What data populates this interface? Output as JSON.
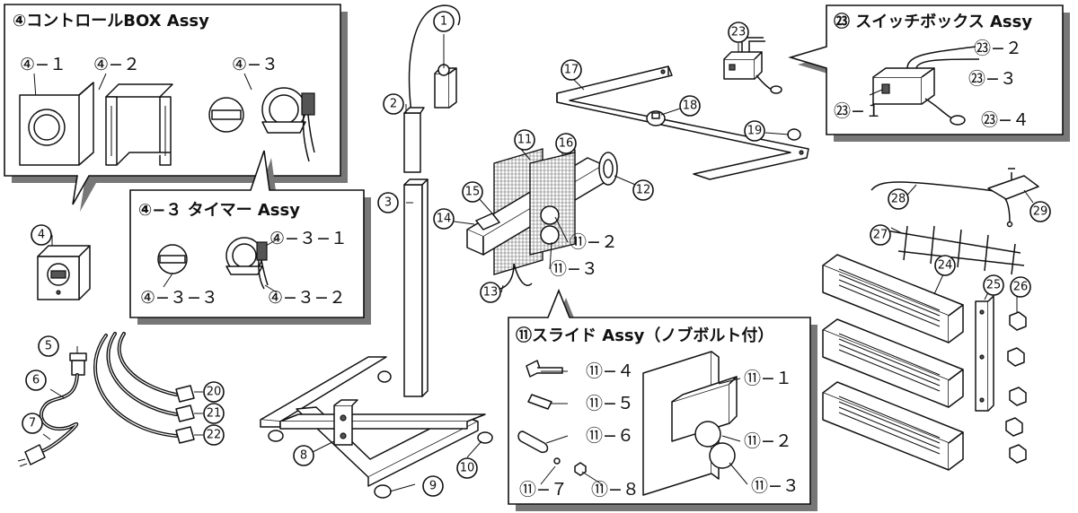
{
  "panels": {
    "control_box": {
      "title": "④コントロールBOX Assy"
    },
    "timer": {
      "title": "④−３ タイマー Assy"
    },
    "slide": {
      "title": "⑪スライド Assy（ノブボルト付）"
    },
    "switch_box": {
      "title": "㉓ スイッチボックス Assy"
    }
  },
  "callouts": {
    "c4_1": "④−１",
    "c4_2": "④−２",
    "c4_3": "④−３",
    "c4_3_1": "④−３−１",
    "c4_3_2": "④−３−２",
    "c4_3_3": "④−３−３",
    "c11_1": "⑪−１",
    "c11_2": "⑪−２",
    "c11_3": "⑪−３",
    "c11_4": "⑪−４",
    "c11_5": "⑪−５",
    "c11_6": "⑪−６",
    "c11_7": "⑪−７",
    "c11_8": "⑪−８",
    "m11_2": "⑪−２",
    "m11_3": "⑪−３",
    "c23_1": "㉓−１",
    "c23_2": "㉓−２",
    "c23_3": "㉓−３",
    "c23_4": "㉓−４"
  },
  "parts": {
    "p1": "1",
    "p2": "2",
    "p3": "3",
    "p4": "4",
    "p5": "5",
    "p6": "6",
    "p7": "7",
    "p8": "8",
    "p9": "9",
    "p10": "10",
    "p11": "11",
    "p12": "12",
    "p13": "13",
    "p14": "14",
    "p15": "15",
    "p16": "16",
    "p17": "17",
    "p18": "18",
    "p19": "19",
    "p20": "20",
    "p21": "21",
    "p22": "22",
    "p23": "23",
    "p24": "24",
    "p25": "25",
    "p26": "26",
    "p27": "27",
    "p28": "28",
    "p29": "29"
  }
}
